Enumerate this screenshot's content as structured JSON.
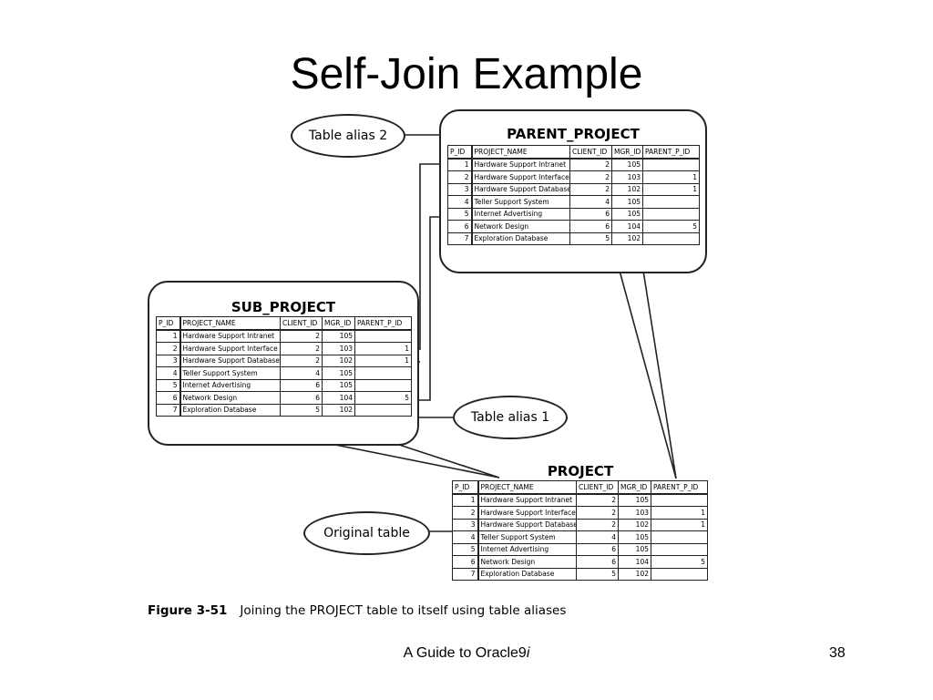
{
  "slide": {
    "title": "Self-Join Example",
    "footer": {
      "book": "A Guide to Oracle9",
      "book_suffix": "i",
      "page": "38"
    }
  },
  "figure": {
    "label": "Figure 3-51",
    "caption": "Joining the PROJECT table to itself using table aliases"
  },
  "callouts": {
    "alias2": "Table alias 2",
    "alias1": "Table alias 1",
    "original": "Original table"
  },
  "columns": [
    "P_ID",
    "PROJECT_NAME",
    "CLIENT_ID",
    "MGR_ID",
    "PARENT_P_ID"
  ],
  "rows": [
    [
      "1",
      "Hardware Support Intranet",
      "2",
      "105",
      ""
    ],
    [
      "2",
      "Hardware Support Interface",
      "2",
      "103",
      "1"
    ],
    [
      "3",
      "Hardware Support Database",
      "2",
      "102",
      "1"
    ],
    [
      "4",
      "Teller Support System",
      "4",
      "105",
      ""
    ],
    [
      "5",
      "Internet Advertising",
      "6",
      "105",
      ""
    ],
    [
      "6",
      "Network Design",
      "6",
      "104",
      "5"
    ],
    [
      "7",
      "Exploration Database",
      "5",
      "102",
      ""
    ]
  ],
  "tables": {
    "parent": {
      "name": "PARENT_PROJECT"
    },
    "sub": {
      "name": "SUB_PROJECT"
    },
    "project": {
      "name": "PROJECT"
    }
  }
}
